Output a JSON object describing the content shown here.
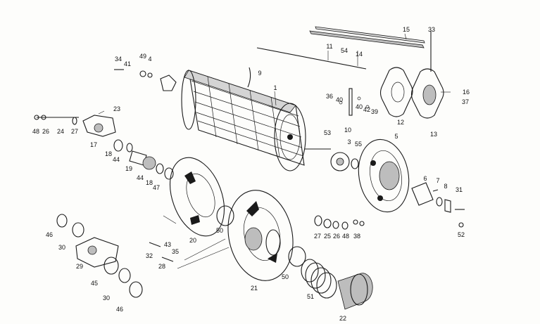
{
  "figure": {
    "callouts": [
      "1",
      "3",
      "4",
      "5",
      "6",
      "7",
      "8",
      "9",
      "10",
      "11",
      "12",
      "13",
      "14",
      "15",
      "16",
      "17",
      "18",
      "18",
      "19",
      "20",
      "21",
      "22",
      "23",
      "24",
      "25",
      "26",
      "26",
      "27",
      "27",
      "28",
      "29",
      "30",
      "30",
      "31",
      "32",
      "33",
      "34",
      "35",
      "36",
      "37",
      "38",
      "39",
      "40",
      "40",
      "41",
      "42",
      "43",
      "44",
      "44",
      "45",
      "46",
      "46",
      "47",
      "48",
      "48",
      "49",
      "50",
      "50",
      "51",
      "52",
      "53",
      "54",
      "55"
    ]
  }
}
